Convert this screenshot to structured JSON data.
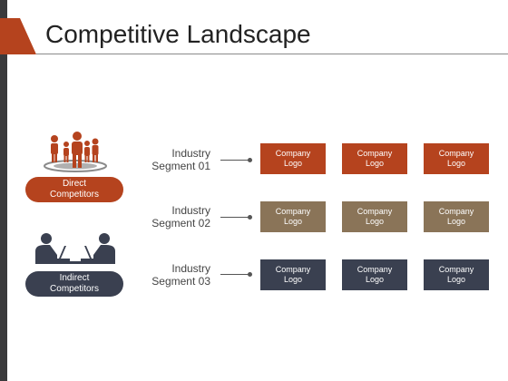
{
  "title": "Competitive Landscape",
  "colors": {
    "accent": "#b5431e",
    "segment_1": "#b5431e",
    "segment_2": "#8a7458",
    "segment_3": "#3a4050",
    "rail": "#3a3a3c"
  },
  "groups": [
    {
      "icon": "people-group-icon",
      "label_line1": "Direct",
      "label_line2": "Competitors"
    },
    {
      "icon": "people-laptops-icon",
      "label_line1": "Indirect",
      "label_line2": "Competitors"
    }
  ],
  "segments": [
    {
      "label_line1": "Industry",
      "label_line2": "Segment 01",
      "logos": [
        {
          "line1": "Company",
          "line2": "Logo"
        },
        {
          "line1": "Company",
          "line2": "Logo"
        },
        {
          "line1": "Company",
          "line2": "Logo"
        }
      ]
    },
    {
      "label_line1": "Industry",
      "label_line2": "Segment 02",
      "logos": [
        {
          "line1": "Company",
          "line2": "Logo"
        },
        {
          "line1": "Company",
          "line2": "Logo"
        },
        {
          "line1": "Company",
          "line2": "Logo"
        }
      ]
    },
    {
      "label_line1": "Industry",
      "label_line2": "Segment 03",
      "logos": [
        {
          "line1": "Company",
          "line2": "Logo"
        },
        {
          "line1": "Company",
          "line2": "Logo"
        },
        {
          "line1": "Company",
          "line2": "Logo"
        }
      ]
    }
  ]
}
